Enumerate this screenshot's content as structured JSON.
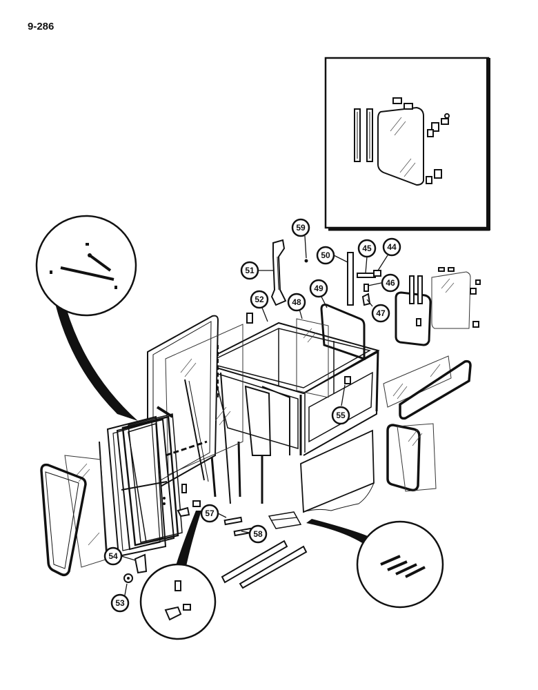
{
  "page_number": "9-286",
  "callouts": [
    {
      "id": "c44",
      "label": "44"
    },
    {
      "id": "c45",
      "label": "45"
    },
    {
      "id": "c46",
      "label": "46"
    },
    {
      "id": "c47",
      "label": "47"
    },
    {
      "id": "c48",
      "label": "48"
    },
    {
      "id": "c49",
      "label": "49"
    },
    {
      "id": "c50",
      "label": "50"
    },
    {
      "id": "c51",
      "label": "51"
    },
    {
      "id": "c52",
      "label": "52"
    },
    {
      "id": "c53",
      "label": "53"
    },
    {
      "id": "c54",
      "label": "54"
    },
    {
      "id": "c55",
      "label": "55"
    },
    {
      "id": "c57",
      "label": "57"
    },
    {
      "id": "c58",
      "label": "58"
    },
    {
      "id": "c59",
      "label": "59"
    }
  ]
}
